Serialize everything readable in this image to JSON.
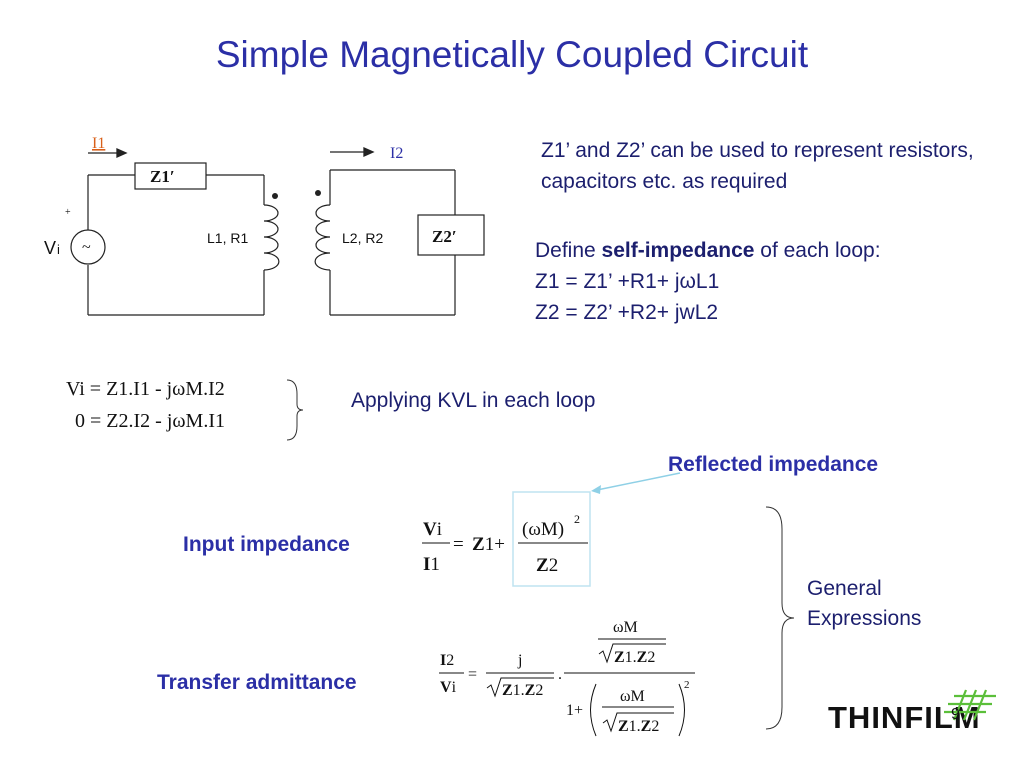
{
  "title": "Simple Magnetically Coupled Circuit",
  "circuit": {
    "i1": "I1",
    "i2": "I2",
    "z1": "Z1′",
    "z2": "Z2′",
    "l1": "L1, R1",
    "l2": "L2, R2",
    "plus": "+",
    "vi_v": "V",
    "vi_i": "i",
    "source_symbol": "~"
  },
  "note1": "Z1’ and Z2’ can be used to represent resistors, capacitors etc. as required",
  "define": {
    "prefix": "Define ",
    "bold": "self-impedance",
    "suffix": " of each loop:",
    "eq1": "Z1 = Z1’ +R1+ jωL1",
    "eq2": "Z2 = Z2’ +R2+ jwL2"
  },
  "kvl": {
    "eq1": "Vi = Z1.I1 - jωM.I2",
    "eq2": "0 = Z2.I2 - jωM.I1",
    "label": "Applying KVL in each loop"
  },
  "reflected_label": "Reflected impedance",
  "input_label": "Input impedance",
  "transfer_label": "Transfer admittance",
  "general_line1": "General",
  "general_line2": "Expressions",
  "logo_text": "THINFILM",
  "page_number": "9",
  "colors": {
    "title": "#2b2fa6",
    "current1": "#d9601a",
    "reflected_box": "#bfe3f0",
    "logo_accent": "#5bbf3a"
  }
}
